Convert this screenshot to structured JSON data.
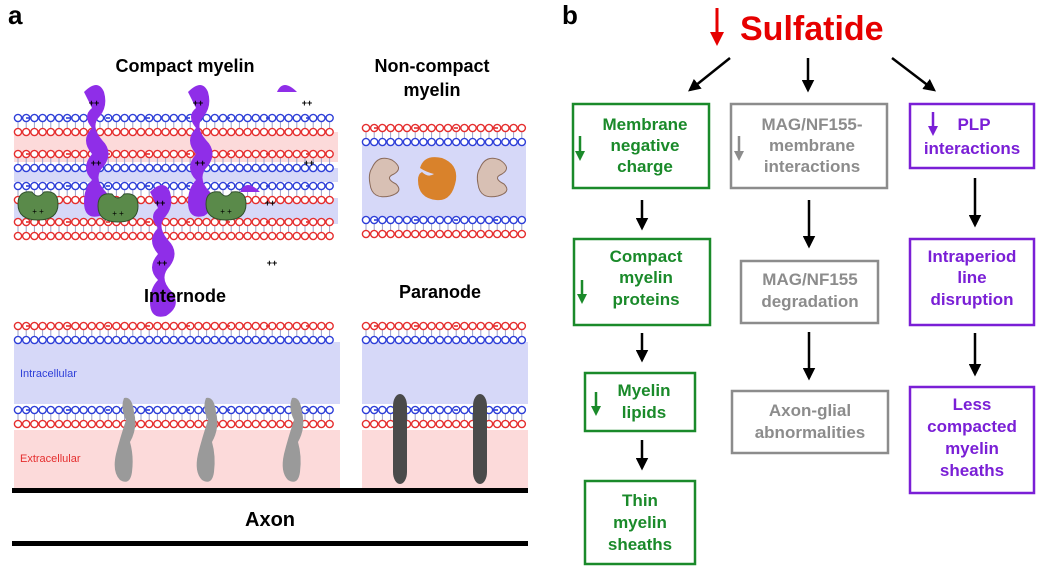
{
  "panel_a": {
    "label": "a",
    "compact_myelin_title": "Compact myelin",
    "noncompact_title_line1": "Non-compact",
    "noncompact_title_line2": "myelin",
    "internode_title": "Internode",
    "paranode_title": "Paranode",
    "intracellular_label": "Intracellular",
    "extracellular_label": "Extracellular",
    "axon_label": "Axon",
    "charge_plus": "+",
    "charge_minus": "−"
  },
  "panel_b": {
    "label": "b",
    "top_label": "Sulfatide",
    "green_boxes": [
      [
        "Membrane",
        "negative",
        "charge"
      ],
      [
        "Compact",
        "myelin",
        "proteins"
      ],
      [
        "Myelin",
        "lipids"
      ],
      [
        "Thin",
        "myelin",
        "sheaths"
      ]
    ],
    "gray_boxes": [
      [
        "MAG/NF155-",
        "membrane",
        "interactions"
      ],
      [
        "MAG/NF155",
        "degradation"
      ],
      [
        "Axon-glial",
        "abnormalities"
      ]
    ],
    "purple_boxes": [
      [
        "PLP",
        "interactions"
      ],
      [
        "Intraperiod",
        "line",
        "disruption"
      ],
      [
        "Less",
        "compacted",
        "myelin",
        "sheaths"
      ]
    ]
  },
  "colors": {
    "sulfatide_red": "#e60000",
    "green": "#1a8a2a",
    "gray": "#8c8c8c",
    "purple": "#7a1fd6",
    "bead_blue": "#2e3fd8",
    "bead_red": "#e52e2e",
    "extracellular_pink": "#fcdada",
    "intracellular_lavender": "#d6d8f8",
    "protein_purple": "#8f2ee8",
    "protein_green": "#5a8a4a",
    "protein_tan": "#d8c0b4",
    "protein_orange": "#d9822b",
    "protein_gray": "#9a9a9a",
    "protein_dark": "#4a4a4a"
  }
}
